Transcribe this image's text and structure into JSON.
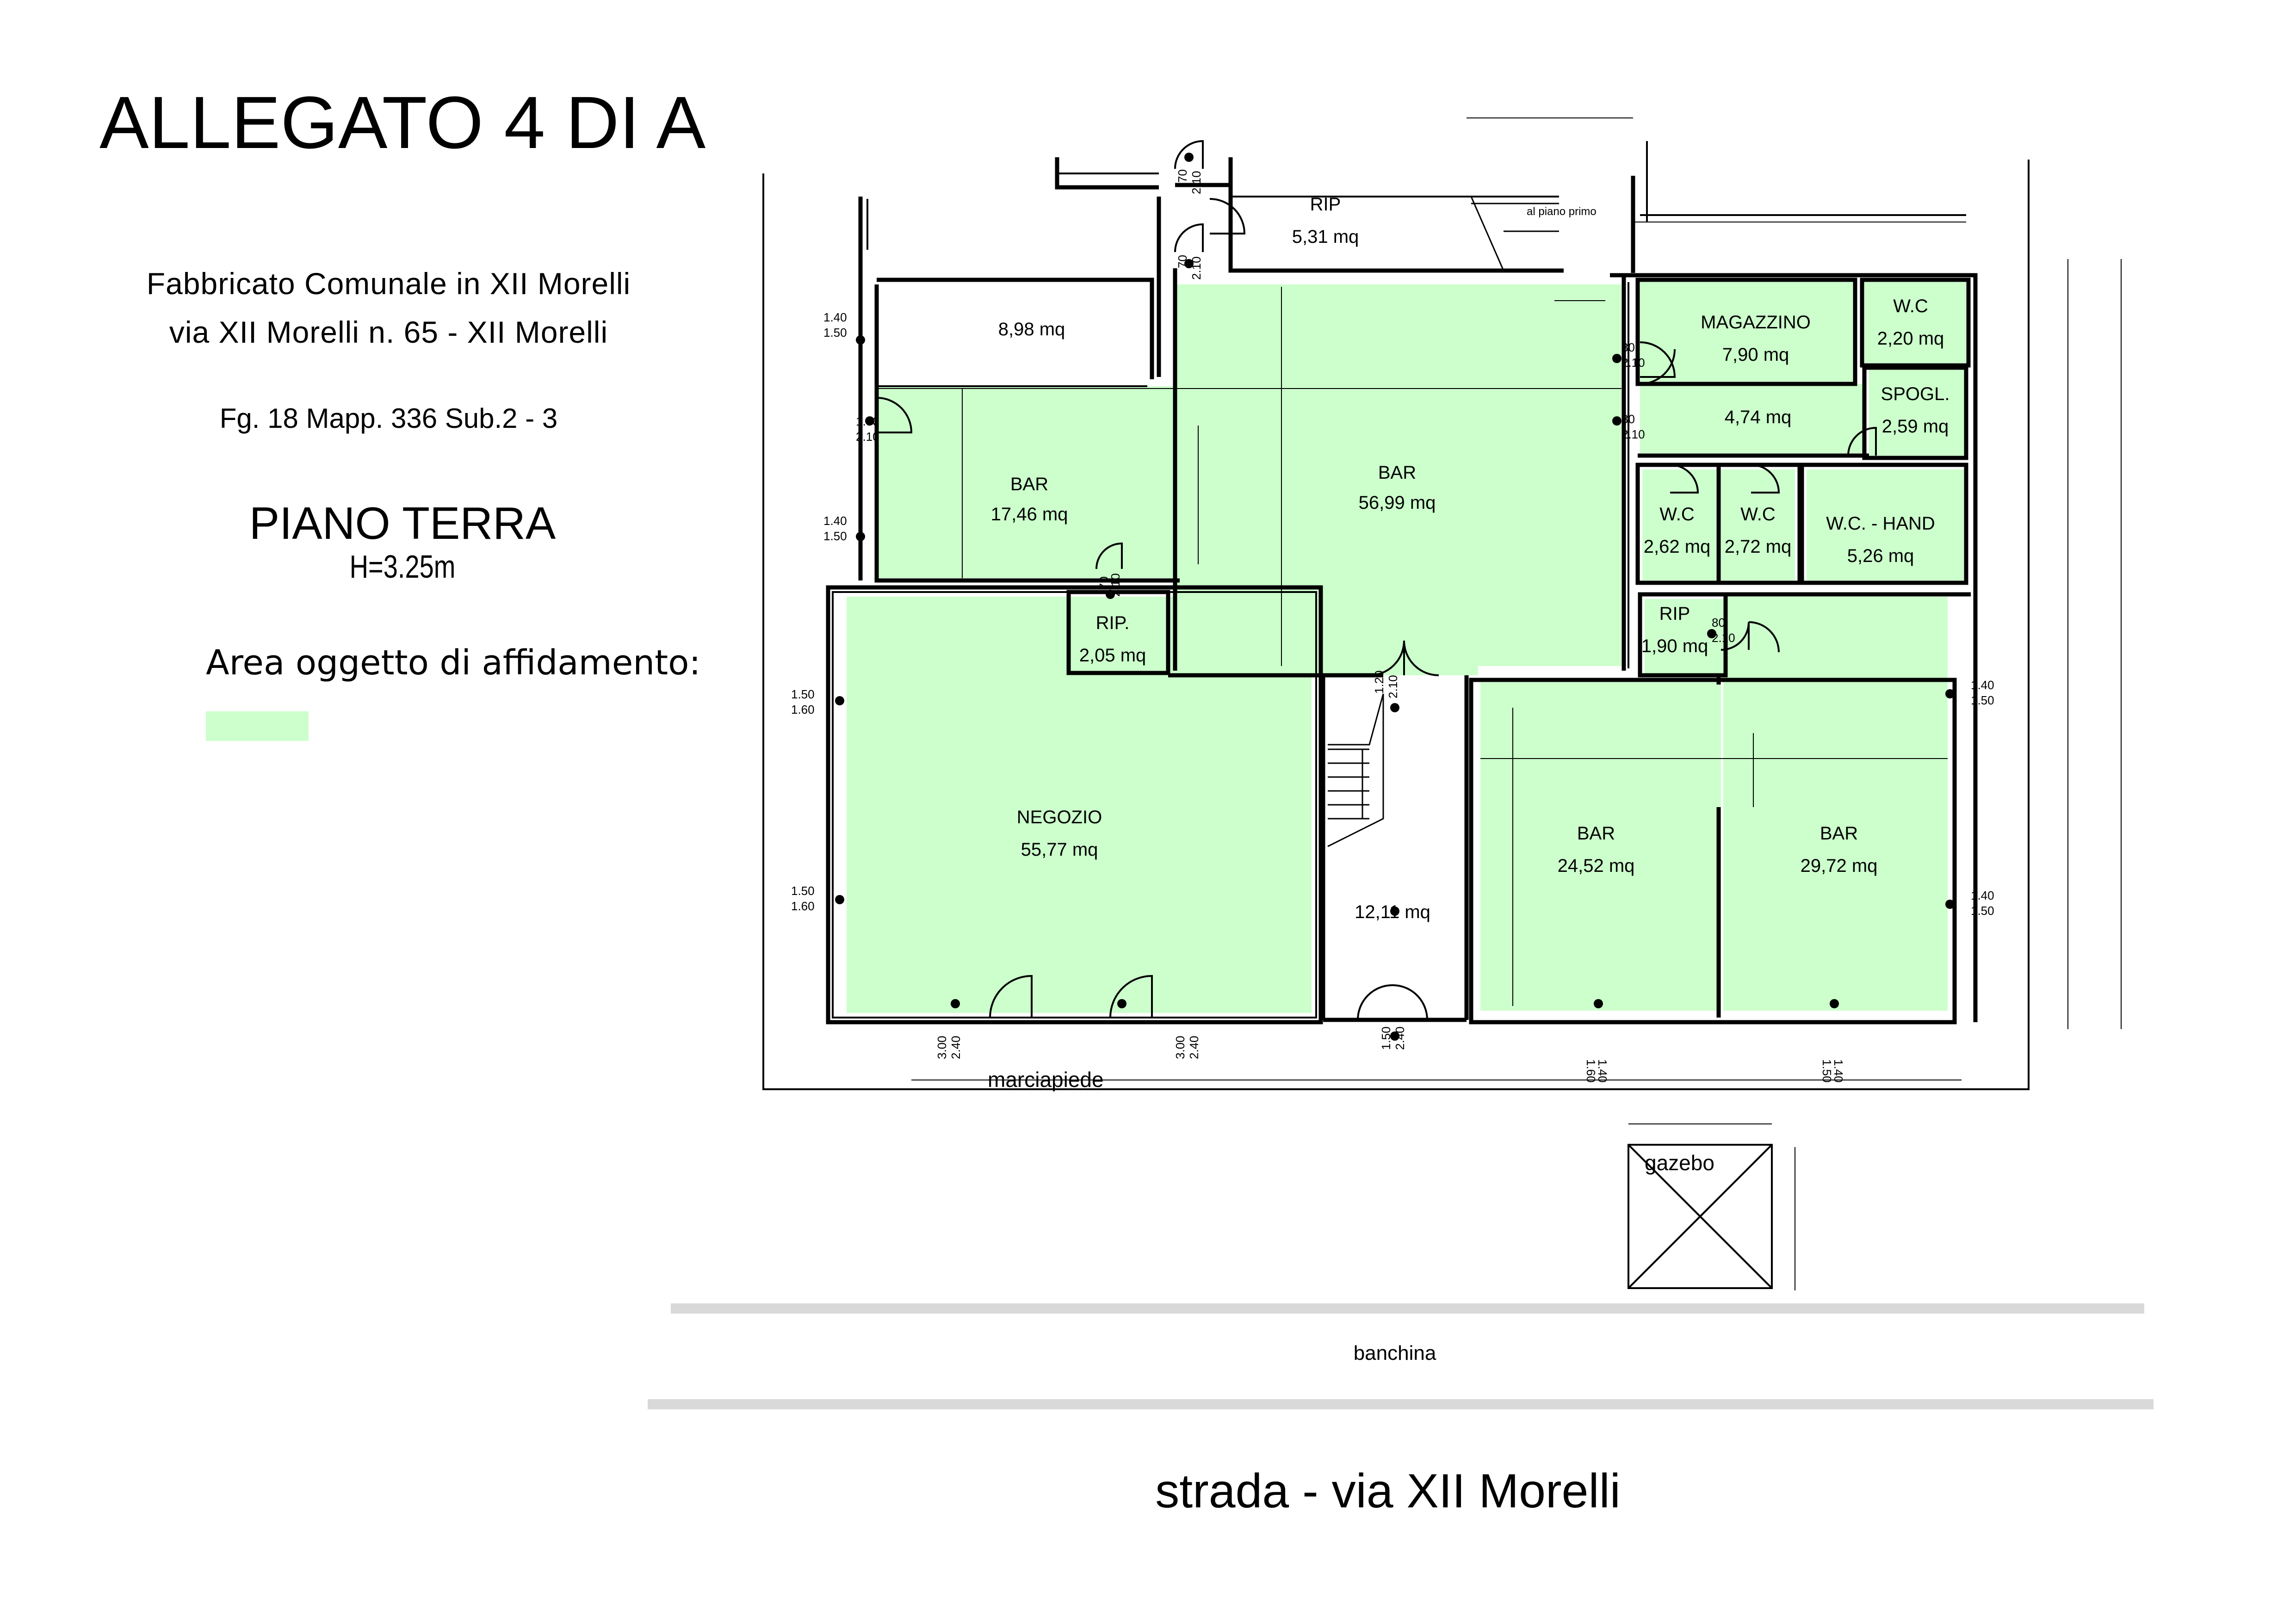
{
  "header": {
    "title": "ALLEGATO 4 DI A",
    "building": "Fabbricato Comunale in XII Morelli",
    "address": "via XII Morelli n. 65  -  XII Morelli",
    "cadastral": "Fg. 18 Mapp. 336 Sub.2 - 3",
    "floor": "PIANO TERRA",
    "height": "H=3.25m",
    "legend_label": "Area oggetto di affidamento:"
  },
  "colors": {
    "assigned_area": "#ccffcc",
    "walls": "#000000",
    "paving": "#d9d9d9"
  },
  "rooms": {
    "rip_top": {
      "name": "RIP",
      "area": "5,31 mq"
    },
    "store_left": {
      "name": "",
      "area": "8,98 mq"
    },
    "bar_main": {
      "name": "BAR",
      "area": "56,99 mq"
    },
    "bar_left": {
      "name": "BAR",
      "area": "17,46 mq"
    },
    "magazzino": {
      "name": "MAGAZZINO",
      "area": "7,90 mq"
    },
    "wc_top": {
      "name": "W.C",
      "area": "2,20 mq"
    },
    "hall": {
      "name": "",
      "area": "4,74 mq"
    },
    "spogl": {
      "name": "SPOGL.",
      "area": "2,59 mq"
    },
    "wc1": {
      "name": "W.C",
      "area": "2,62 mq"
    },
    "wc2": {
      "name": "W.C",
      "area": "2,72 mq"
    },
    "wc_hand": {
      "name": "W.C. - HAND",
      "area": "5,26 mq"
    },
    "rip_small": {
      "name": "RIP.",
      "area": "2,05 mq"
    },
    "rip_right": {
      "name": "RIP",
      "area": "1,90 mq"
    },
    "negozio": {
      "name": "NEGOZIO",
      "area": "55,77 mq"
    },
    "stair": {
      "name": "",
      "area": "12,11 mq"
    },
    "bar_bl": {
      "name": "BAR",
      "area": "24,52 mq"
    },
    "bar_br": {
      "name": "BAR",
      "area": "29,72 mq"
    }
  },
  "labels": {
    "stairs_up": "al piano primo",
    "sidewalk": "marciapiede",
    "gazebo": "gazebo",
    "quay": "banchina",
    "road": "strada - via XII Morelli"
  },
  "openings": {
    "left_w1": [
      "1.40",
      "1.50"
    ],
    "left_w2": [
      "1.00",
      "2.10"
    ],
    "left_w3": [
      "1.40",
      "1.50"
    ],
    "left_w4": [
      "1.50",
      "1.60"
    ],
    "left_w5": [
      "1.50",
      "1.60"
    ],
    "right_w1": [
      "1.40",
      "1.50"
    ],
    "right_w2": [
      "1.40",
      "1.50"
    ],
    "door_rip_top": [
      "70",
      "2.10"
    ],
    "door_rip_top2": [
      "70",
      "2.10"
    ],
    "door_mag": [
      "80",
      "2.10"
    ],
    "door_hall": [
      "80",
      "2.10"
    ],
    "door_rip_small": [
      "70",
      "2.10"
    ],
    "door_stair": [
      "1.20",
      "2.10"
    ],
    "door_rip_right": [
      "80",
      "2.10"
    ],
    "bottom_d1": [
      "3.00",
      "2.40"
    ],
    "bottom_d2": [
      "3.00",
      "2.40"
    ],
    "bottom_d3": [
      "1.50",
      "2.40"
    ],
    "bottom_w1": [
      "1.40",
      "1.60"
    ],
    "bottom_w2": [
      "1.40",
      "1.50"
    ]
  }
}
